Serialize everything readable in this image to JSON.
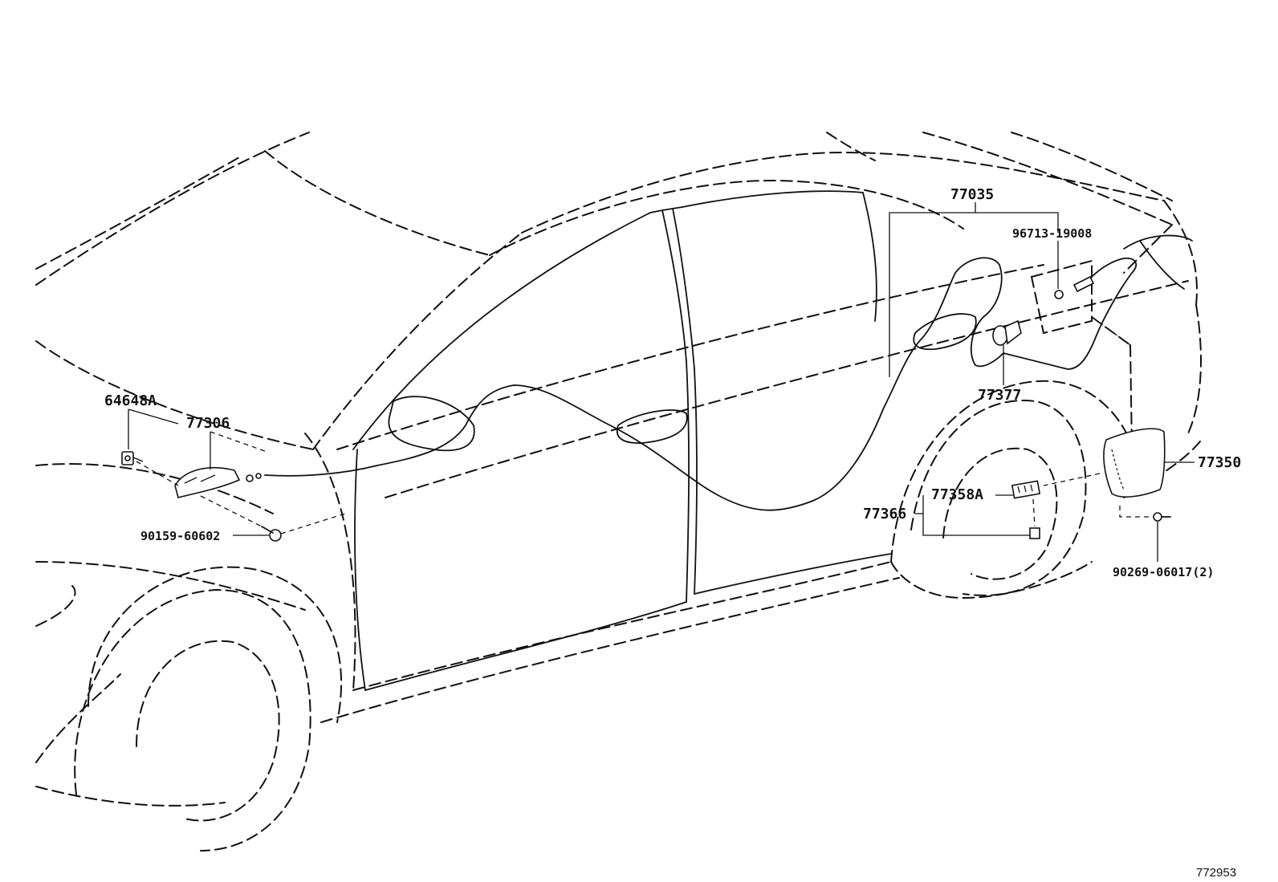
{
  "diagram": {
    "reference_number": "772953",
    "parts": {
      "p64648A": "64648A",
      "p77306": "77306",
      "p90159": "90159-60602",
      "p77035": "77035",
      "p96713": "96713-19008",
      "p77377": "77377",
      "p77350": "77350",
      "p77358A": "77358A",
      "p77366": "77366",
      "p90269": "90269-06017(2)"
    }
  }
}
